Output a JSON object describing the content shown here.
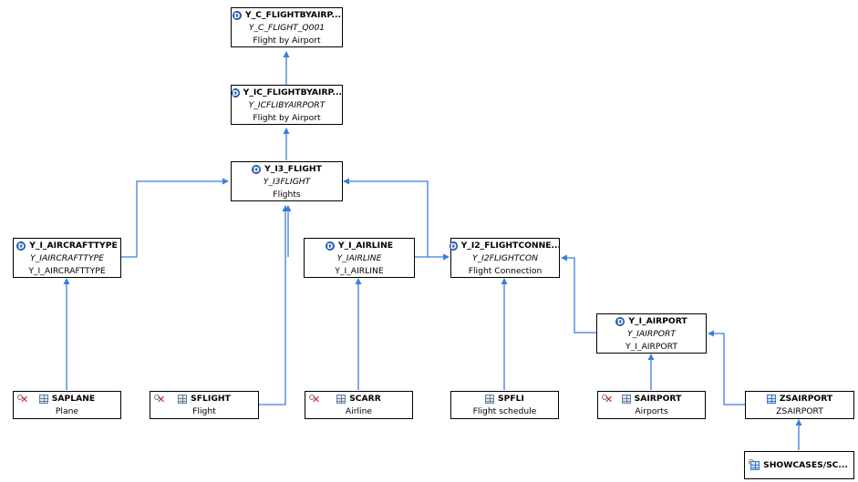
{
  "nodes": {
    "y_c_flightbyairp": {
      "icon": "cds-view-icon",
      "title": "Y_C_FLIGHTBYAIRP...",
      "sub": "Y_C_FLIGHT_Q001",
      "desc": "Flight by Airport"
    },
    "y_ic_flightbyairp": {
      "icon": "cds-view-icon",
      "title": "Y_IC_FLIGHTBYAIRP...",
      "sub": "Y_ICFLIBYAIRPORT",
      "desc": "Flight by Airport"
    },
    "y_i3_flight": {
      "icon": "cds-view-icon",
      "title": "Y_I3_FLIGHT",
      "sub": "Y_I3FLIGHT",
      "desc": "Flights"
    },
    "y_i_aircrafttype": {
      "icon": "cds-view-icon",
      "title": "Y_I_AIRCRAFTTYPE",
      "sub": "Y_IAIRCRAFTTYPE",
      "desc": "Y_I_AIRCRAFTTYPE"
    },
    "y_i_airline": {
      "icon": "cds-view-icon",
      "title": "Y_I_AIRLINE",
      "sub": "Y_IAIRLINE",
      "desc": "Y_I_AIRLINE"
    },
    "y_i2_flightconne": {
      "icon": "cds-view-icon",
      "title": "Y_I2_FLIGHTCONNE...",
      "sub": "Y_I2FLIGHTCON",
      "desc": "Flight Connection"
    },
    "y_i_airport": {
      "icon": "cds-view-icon",
      "title": "Y_I_AIRPORT",
      "sub": "Y_IAIRPORT",
      "desc": "Y_I_AIRPORT"
    },
    "saplane": {
      "icon": "table-icon",
      "title": "SAPLANE",
      "desc": "Plane"
    },
    "sflight": {
      "icon": "table-icon",
      "title": "SFLIGHT",
      "desc": "Flight"
    },
    "scarr": {
      "icon": "table-icon",
      "title": "SCARR",
      "desc": "Airline"
    },
    "spfli": {
      "icon": "table-icon",
      "title": "SPFLI",
      "desc": "Flight schedule"
    },
    "sairport": {
      "icon": "table-icon",
      "title": "SAIRPORT",
      "desc": "Airports"
    },
    "zsairport": {
      "icon": "database-view-icon",
      "title": "ZSAIRPORT",
      "desc": "ZSAIRPORT"
    },
    "showcases": {
      "icon": "table-icon",
      "title": "SHOWCASES/SC..."
    }
  },
  "colors": {
    "edge": "#3b7ddd",
    "border": "#000000",
    "cds_icon": "#2f6bbf",
    "error": "#d01818"
  }
}
